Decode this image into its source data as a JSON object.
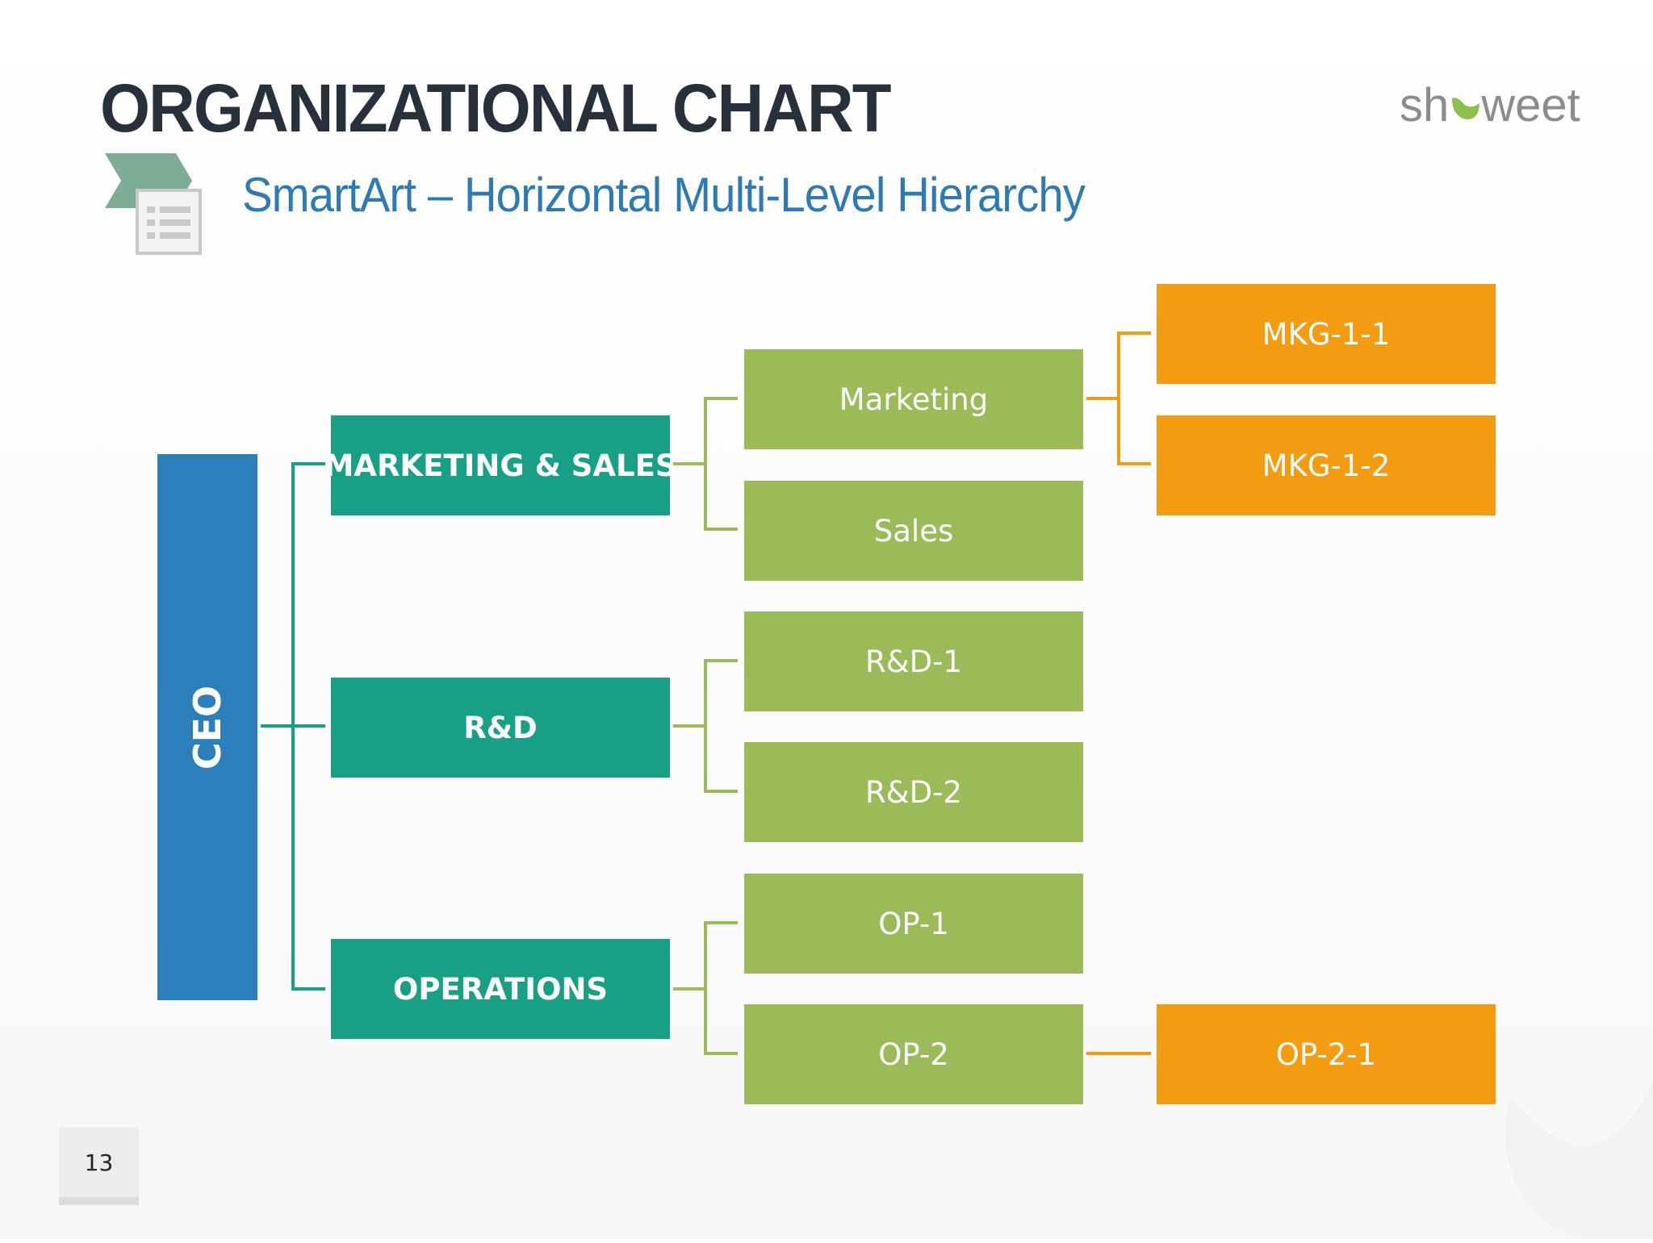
{
  "header": {
    "title": "ORGANIZATIONAL CHART",
    "subtitle": "SmartArt – Horizontal Multi-Level Hierarchy",
    "logo_text_before": "sh",
    "logo_text_after": "weet"
  },
  "org": {
    "root": "CEO",
    "level1": [
      "MARKETING & SALES",
      "R&D",
      "OPERATIONS"
    ],
    "level2": [
      "Marketing",
      "Sales",
      "R&D-1",
      "R&D-2",
      "OP-1",
      "OP-2"
    ],
    "level3": [
      "MKG-1-1",
      "MKG-1-2",
      "OP-2-1"
    ]
  },
  "colors": {
    "ceo": "#2b7fbb",
    "level1": "#17a085",
    "level2": "#9bbb59",
    "level3": "#f39c12",
    "title": "#27313b",
    "subtitle": "#2e7bb4"
  },
  "footer": {
    "page_number": "13"
  }
}
